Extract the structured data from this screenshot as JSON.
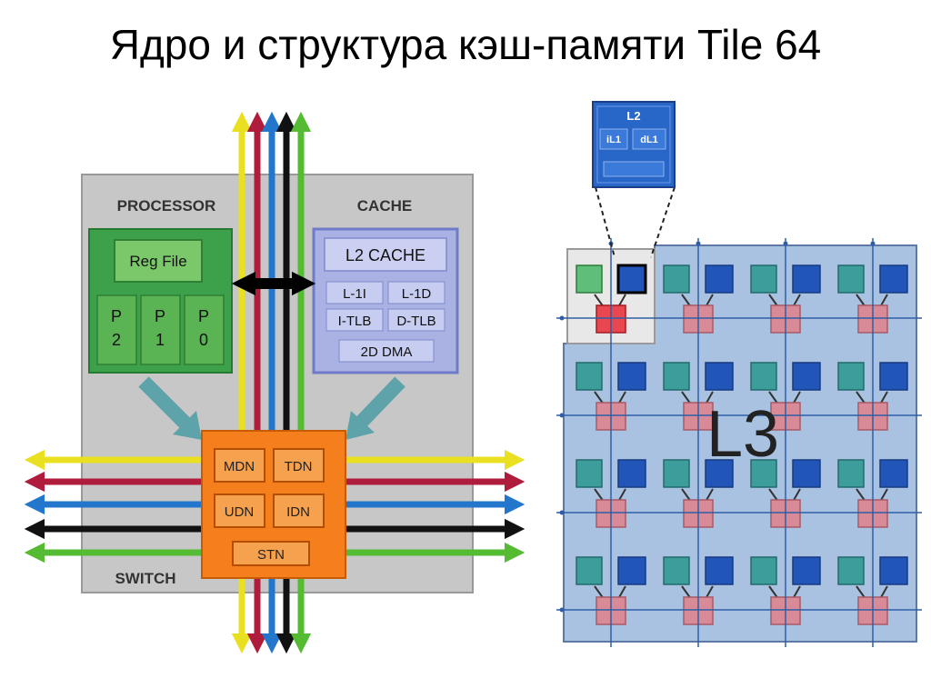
{
  "title": "Ядро и структура кэш-памяти Tile 64",
  "core": {
    "processor_label": "PROCESSOR",
    "cache_label": "CACHE",
    "switch_label": "SWITCH",
    "reg_file": "Reg File",
    "pipelines": [
      {
        "top": "P",
        "bottom": "2"
      },
      {
        "top": "P",
        "bottom": "1"
      },
      {
        "top": "P",
        "bottom": "0"
      }
    ],
    "l2_cache": "L2 CACHE",
    "cache_cells": [
      "L-1I",
      "L-1D",
      "I-TLB",
      "D-TLB"
    ],
    "dma": "2D DMA",
    "networks": [
      "MDN",
      "TDN",
      "UDN",
      "IDN",
      "STN"
    ],
    "network_colors": [
      "#e8e020",
      "#b01c3c",
      "#2277cc",
      "#111111",
      "#55bb33"
    ]
  },
  "mesh": {
    "l3_label": "L3",
    "zoom_l2": "L2",
    "zoom_il1": "iL1",
    "zoom_dl1": "dL1",
    "rows": 4,
    "cols": 4
  }
}
